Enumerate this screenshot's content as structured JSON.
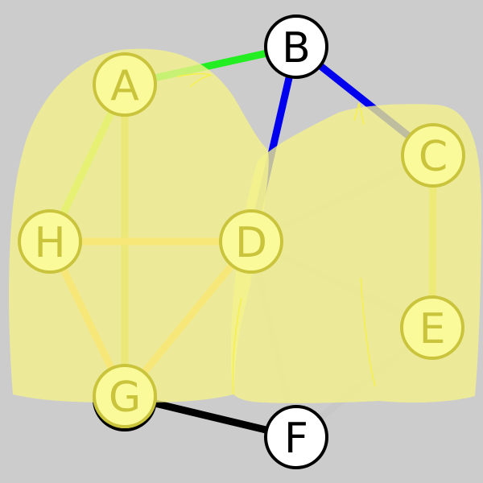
{
  "graph": {
    "nodes": [
      {
        "id": "A",
        "label": "A",
        "highlighted": true
      },
      {
        "id": "B",
        "label": "B",
        "highlighted": false
      },
      {
        "id": "C",
        "label": "C",
        "highlighted": true
      },
      {
        "id": "D",
        "label": "D",
        "highlighted": true
      },
      {
        "id": "E",
        "label": "E",
        "highlighted": true
      },
      {
        "id": "F",
        "label": "F",
        "highlighted": false
      },
      {
        "id": "G",
        "label": "G",
        "highlighted": true
      },
      {
        "id": "H",
        "label": "H",
        "highlighted": true
      }
    ],
    "edges": [
      {
        "from": "A",
        "to": "B",
        "color": "#22ee22"
      },
      {
        "from": "B",
        "to": "D",
        "color": "#0000ee"
      },
      {
        "from": "B",
        "to": "C",
        "color": "#0000ee"
      },
      {
        "from": "A",
        "to": "H",
        "color": "#b0ee22"
      },
      {
        "from": "A",
        "to": "G",
        "color": "#c9c43c"
      },
      {
        "from": "H",
        "to": "D",
        "color": "#ffc03a"
      },
      {
        "from": "H",
        "to": "G",
        "color": "#ffc03a"
      },
      {
        "from": "D",
        "to": "G",
        "color": "#ffc03a"
      },
      {
        "from": "D",
        "to": "C",
        "color": "#c8c8c8"
      },
      {
        "from": "D",
        "to": "E",
        "color": "#c8c8c8"
      },
      {
        "from": "D",
        "to": "F",
        "color": "#c8c8c8"
      },
      {
        "from": "C",
        "to": "E",
        "color": "#d1cb3a"
      },
      {
        "from": "E",
        "to": "F",
        "color": "#c8c8c8"
      },
      {
        "from": "G",
        "to": "F",
        "color": "#000000"
      }
    ]
  },
  "colors": {
    "background": "#cccccc",
    "overlay_fill": "#f5f28a",
    "highlight_node_fill": "#fafa9a",
    "highlight_node_stroke": "#c9c43c",
    "plain_node_fill": "#ffffff",
    "plain_node_stroke": "#000000"
  }
}
